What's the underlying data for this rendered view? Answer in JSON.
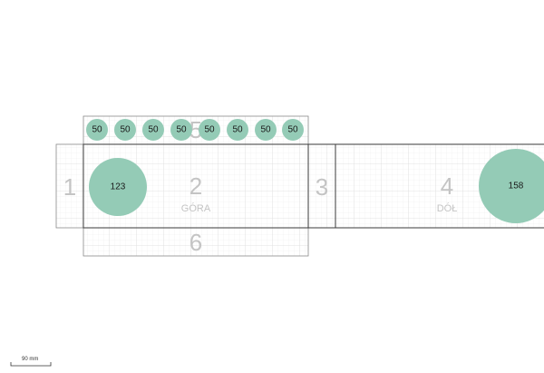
{
  "colors": {
    "hole_fill": "#94cbb6",
    "grid_fine": "#ececec",
    "grid_major": "#dcdcdc",
    "panel_label": "#c4c4c4"
  },
  "panels": [
    {
      "id": "1",
      "number": "1",
      "subtitle": ""
    },
    {
      "id": "2",
      "number": "2",
      "subtitle": "GÓRA"
    },
    {
      "id": "3",
      "number": "3",
      "subtitle": ""
    },
    {
      "id": "4",
      "number": "4",
      "subtitle": "DÓŁ"
    },
    {
      "id": "5",
      "number": "5",
      "subtitle": ""
    },
    {
      "id": "6",
      "number": "6",
      "subtitle": ""
    }
  ],
  "holes": {
    "small_row": [
      "50",
      "50",
      "50",
      "50",
      "50",
      "50",
      "50",
      "50"
    ],
    "panel2_hole": "123",
    "panel4_hole": "158"
  },
  "scale_bar": {
    "label": "90 mm"
  }
}
